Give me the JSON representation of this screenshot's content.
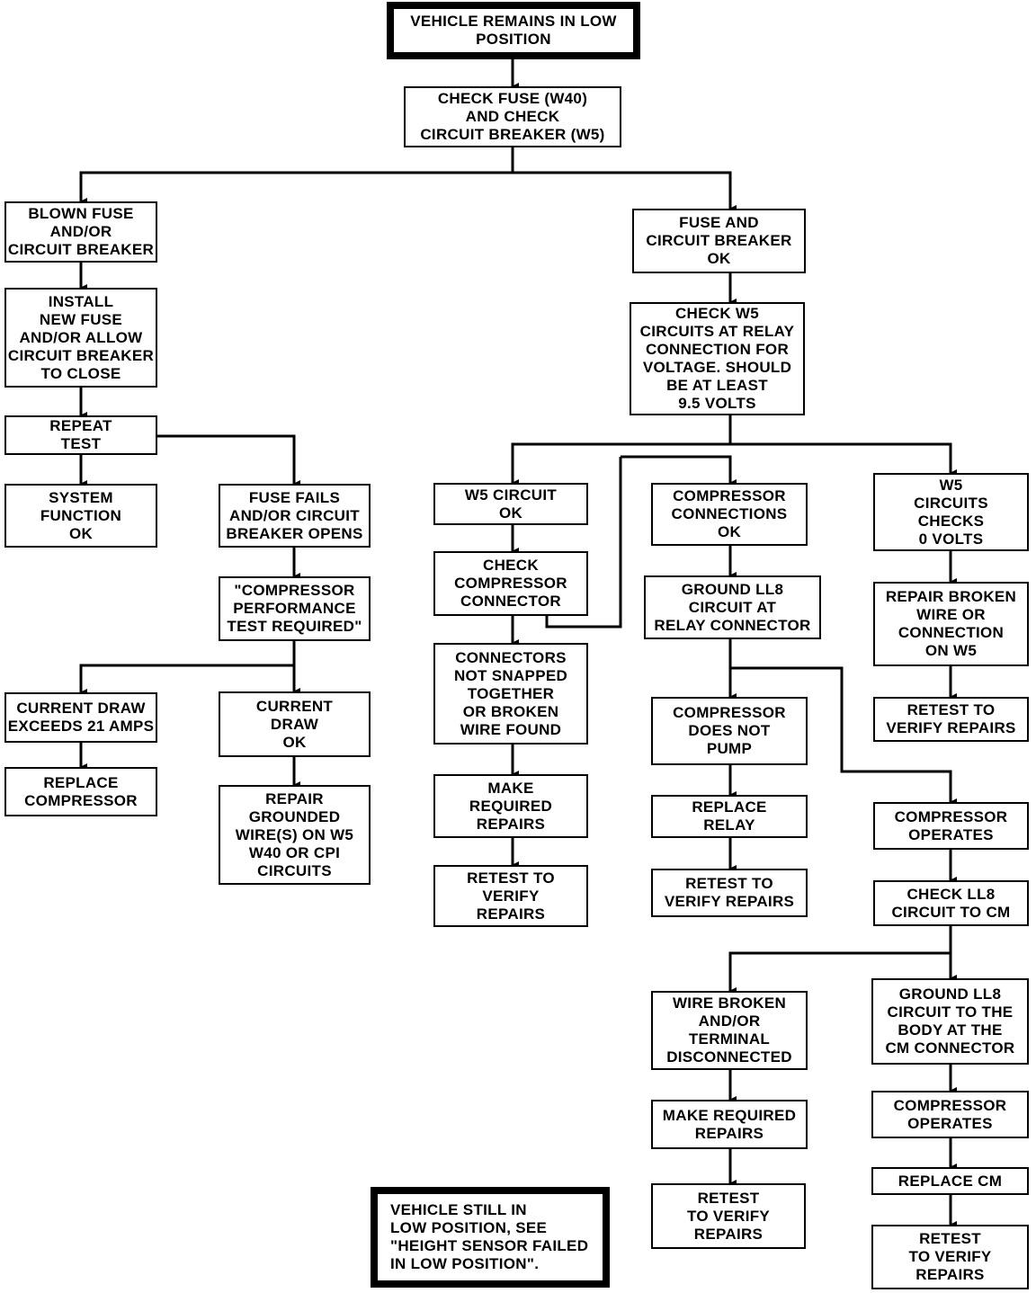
{
  "nodes": {
    "start": "VEHICLE REMAINS IN LOW\nPOSITION",
    "check_fuse": "CHECK FUSE (W40)\nAND CHECK\nCIRCUIT BREAKER (W5)",
    "blown_fuse": "BLOWN FUSE\nAND/OR\nCIRCUIT BREAKER",
    "install_fuse": "INSTALL\nNEW FUSE\nAND/OR ALLOW\nCIRCUIT BREAKER\nTO CLOSE",
    "repeat_test": "REPEAT\nTEST",
    "system_ok": "SYSTEM\nFUNCTION\nOK",
    "fuse_fails": "FUSE FAILS\nAND/OR CIRCUIT\nBREAKER OPENS",
    "perf_test": "\"COMPRESSOR\nPERFORMANCE\nTEST REQUIRED\"",
    "current_exceeds": "CURRENT DRAW\nEXCEEDS 21 AMPS",
    "current_ok": "CURRENT\nDRAW\nOK",
    "replace_compressor": "REPLACE\nCOMPRESSOR",
    "repair_grounded": "REPAIR\nGROUNDED\nWIRE(S) ON W5\nW40 OR CPI\nCIRCUITS",
    "fuse_ok": "FUSE AND\nCIRCUIT BREAKER\nOK",
    "check_w5": "CHECK W5\nCIRCUITS AT RELAY\nCONNECTION FOR\nVOLTAGE. SHOULD\nBE AT LEAST\n9.5 VOLTS",
    "w5_ok": "W5 CIRCUIT\nOK",
    "check_conn": "CHECK\nCOMPRESSOR\nCONNECTOR",
    "conn_not_snapped": "CONNECTORS\nNOT SNAPPED\nTOGETHER\nOR BROKEN\nWIRE FOUND",
    "make_repairs_1": "MAKE\nREQUIRED\nREPAIRS",
    "retest_1": "RETEST TO\nVERIFY\nREPAIRS",
    "comp_conn_ok": "COMPRESSOR\nCONNECTIONS\nOK",
    "ground_ll8_relay": "GROUND LL8\nCIRCUIT AT\nRELAY CONNECTOR",
    "comp_not_pump": "COMPRESSOR\nDOES NOT\nPUMP",
    "replace_relay": "REPLACE\nRELAY",
    "retest_2": "RETEST TO\nVERIFY REPAIRS",
    "w5_zero": "W5\nCIRCUITS\nCHECKS\n0 VOLTS",
    "repair_broken": "REPAIR BROKEN\nWIRE OR\nCONNECTION\nON W5",
    "retest_3": "RETEST TO\nVERIFY REPAIRS",
    "comp_operates_1": "COMPRESSOR\nOPERATES",
    "check_ll8_cm": "CHECK LL8\nCIRCUIT TO CM",
    "wire_broken": "WIRE BROKEN\nAND/OR\nTERMINAL\nDISCONNECTED",
    "make_repairs_2": "MAKE REQUIRED\nREPAIRS",
    "retest_4": "RETEST\nTO VERIFY\nREPAIRS",
    "ground_ll8_body": "GROUND LL8\nCIRCUIT TO THE\nBODY AT THE\nCM CONNECTOR",
    "comp_operates_2": "COMPRESSOR\nOPERATES",
    "replace_cm": "REPLACE CM",
    "retest_5": "RETEST\nTO VERIFY\nREPAIRS",
    "still_low": "VEHICLE STILL IN\nLOW POSITION, SEE\n\"HEIGHT SENSOR FAILED\nIN LOW POSITION\"."
  }
}
